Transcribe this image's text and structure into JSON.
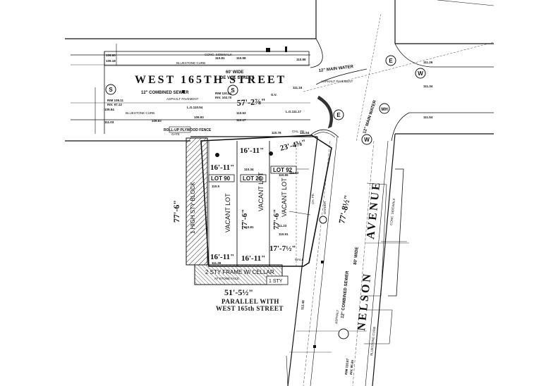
{
  "streets": {
    "west_165th": "WEST 165TH STREET",
    "nelson_upper": "AVENUE",
    "nelson_lower": "NELSON"
  },
  "street_notes": {
    "de_voe": "DE VOE STREET",
    "wide_60": "60' WIDE",
    "wide_80": "80' WIDE",
    "main_water_h": "12\" MAIN WATER",
    "main_water_v": "12\" MAIN WATER",
    "combined_sewer_w": "12\" COMBINED SEWER",
    "combined_sewer_nelson": "12\" COMBINED SEWER",
    "asphalt_w": "ASPHALT PAVEMENT",
    "asphalt_e": "ASPHALT PAVEMENT",
    "asphalt_nelson": "ASPHALT",
    "conc_sidewalk_n": "CONC. SIDEWALK",
    "conc_sidewalk_e": "CONC. SIDEWALK",
    "bluestone_curb_1": "BLUESTONE CURB",
    "bluestone_curb_2": "BLUESTONE CURB",
    "bluestone_curb_3": "BLUESTONE CURB"
  },
  "dimensions": {
    "front_w165": "57'-2⅞\"",
    "corner_diag": "23'-4⅜\"",
    "nelson_front": "77'-8½\"",
    "west_side": "77'-6\"",
    "lot90_depth": "77'-6\"",
    "lot26_depth": "77'-6\"",
    "lot90_front": "16'-11\"",
    "lot26_front": "16'-11\"",
    "lot90_rear": "16'-11\"",
    "lot26_rear": "16'-11\"",
    "lot92_rear": "17'-7½\"",
    "rear_total": "51'-5½\"",
    "parallel_1": "PARALLEL WITH",
    "parallel_2": "WEST 165th STREET"
  },
  "lots": {
    "lot90": "LOT 90",
    "lot26": "LOT 26",
    "lot92": "LOT 92",
    "vacant": "VACANT LOT"
  },
  "buildings": {
    "west_block": "1 HIGH STY BLOCK",
    "south_frame": "2 STY FRAME W/ CELLAR",
    "one_sty": "1 STY",
    "south_note": "AT STONE FACE"
  },
  "features": {
    "roll_up": "ROLL-UP PLYWOOD FENCE",
    "gate": "GATE",
    "chain_link": "CHL. FE.",
    "ch_fe": "CH. FE.",
    "conc_divider": "DIVIDER",
    "wall": "WALL"
  },
  "manholes": [
    "S",
    "S",
    "E",
    "E",
    "W",
    "MH",
    "W"
  ],
  "elevations": {
    "rim_1": "RIM 108.11",
    "inv_1": "INV. 97.12",
    "rim_2": "RIM 110.24",
    "inv_2": "INV. 102.70",
    "rim_3": "RIM 110.67",
    "inv_3": "INV. 95.65",
    "e1": "109.60",
    "e2": "110.81",
    "e3": "110.86",
    "e4": "111.26",
    "e5": "109.18",
    "e6": "110.58",
    "e7": "109.54",
    "e8": "109.93",
    "e9": "109.83",
    "e10": "111.03",
    "e11": "110.53",
    "e12": "110.17",
    "e13": "110.76",
    "e14": "111.54",
    "e15": "110.34",
    "e16": "110.5",
    "e17": "110.81",
    "e18": "111.34",
    "e19": "111.54",
    "e20": "111.23",
    "e21": "111.53",
    "e22": "111.39",
    "e23": "110.55",
    "e24": "110.91",
    "e25": "112.48",
    "lg1": "L.G.110.54",
    "lg2": "L.G.111.17",
    "sd": "111.16",
    "gv": "G.V."
  }
}
